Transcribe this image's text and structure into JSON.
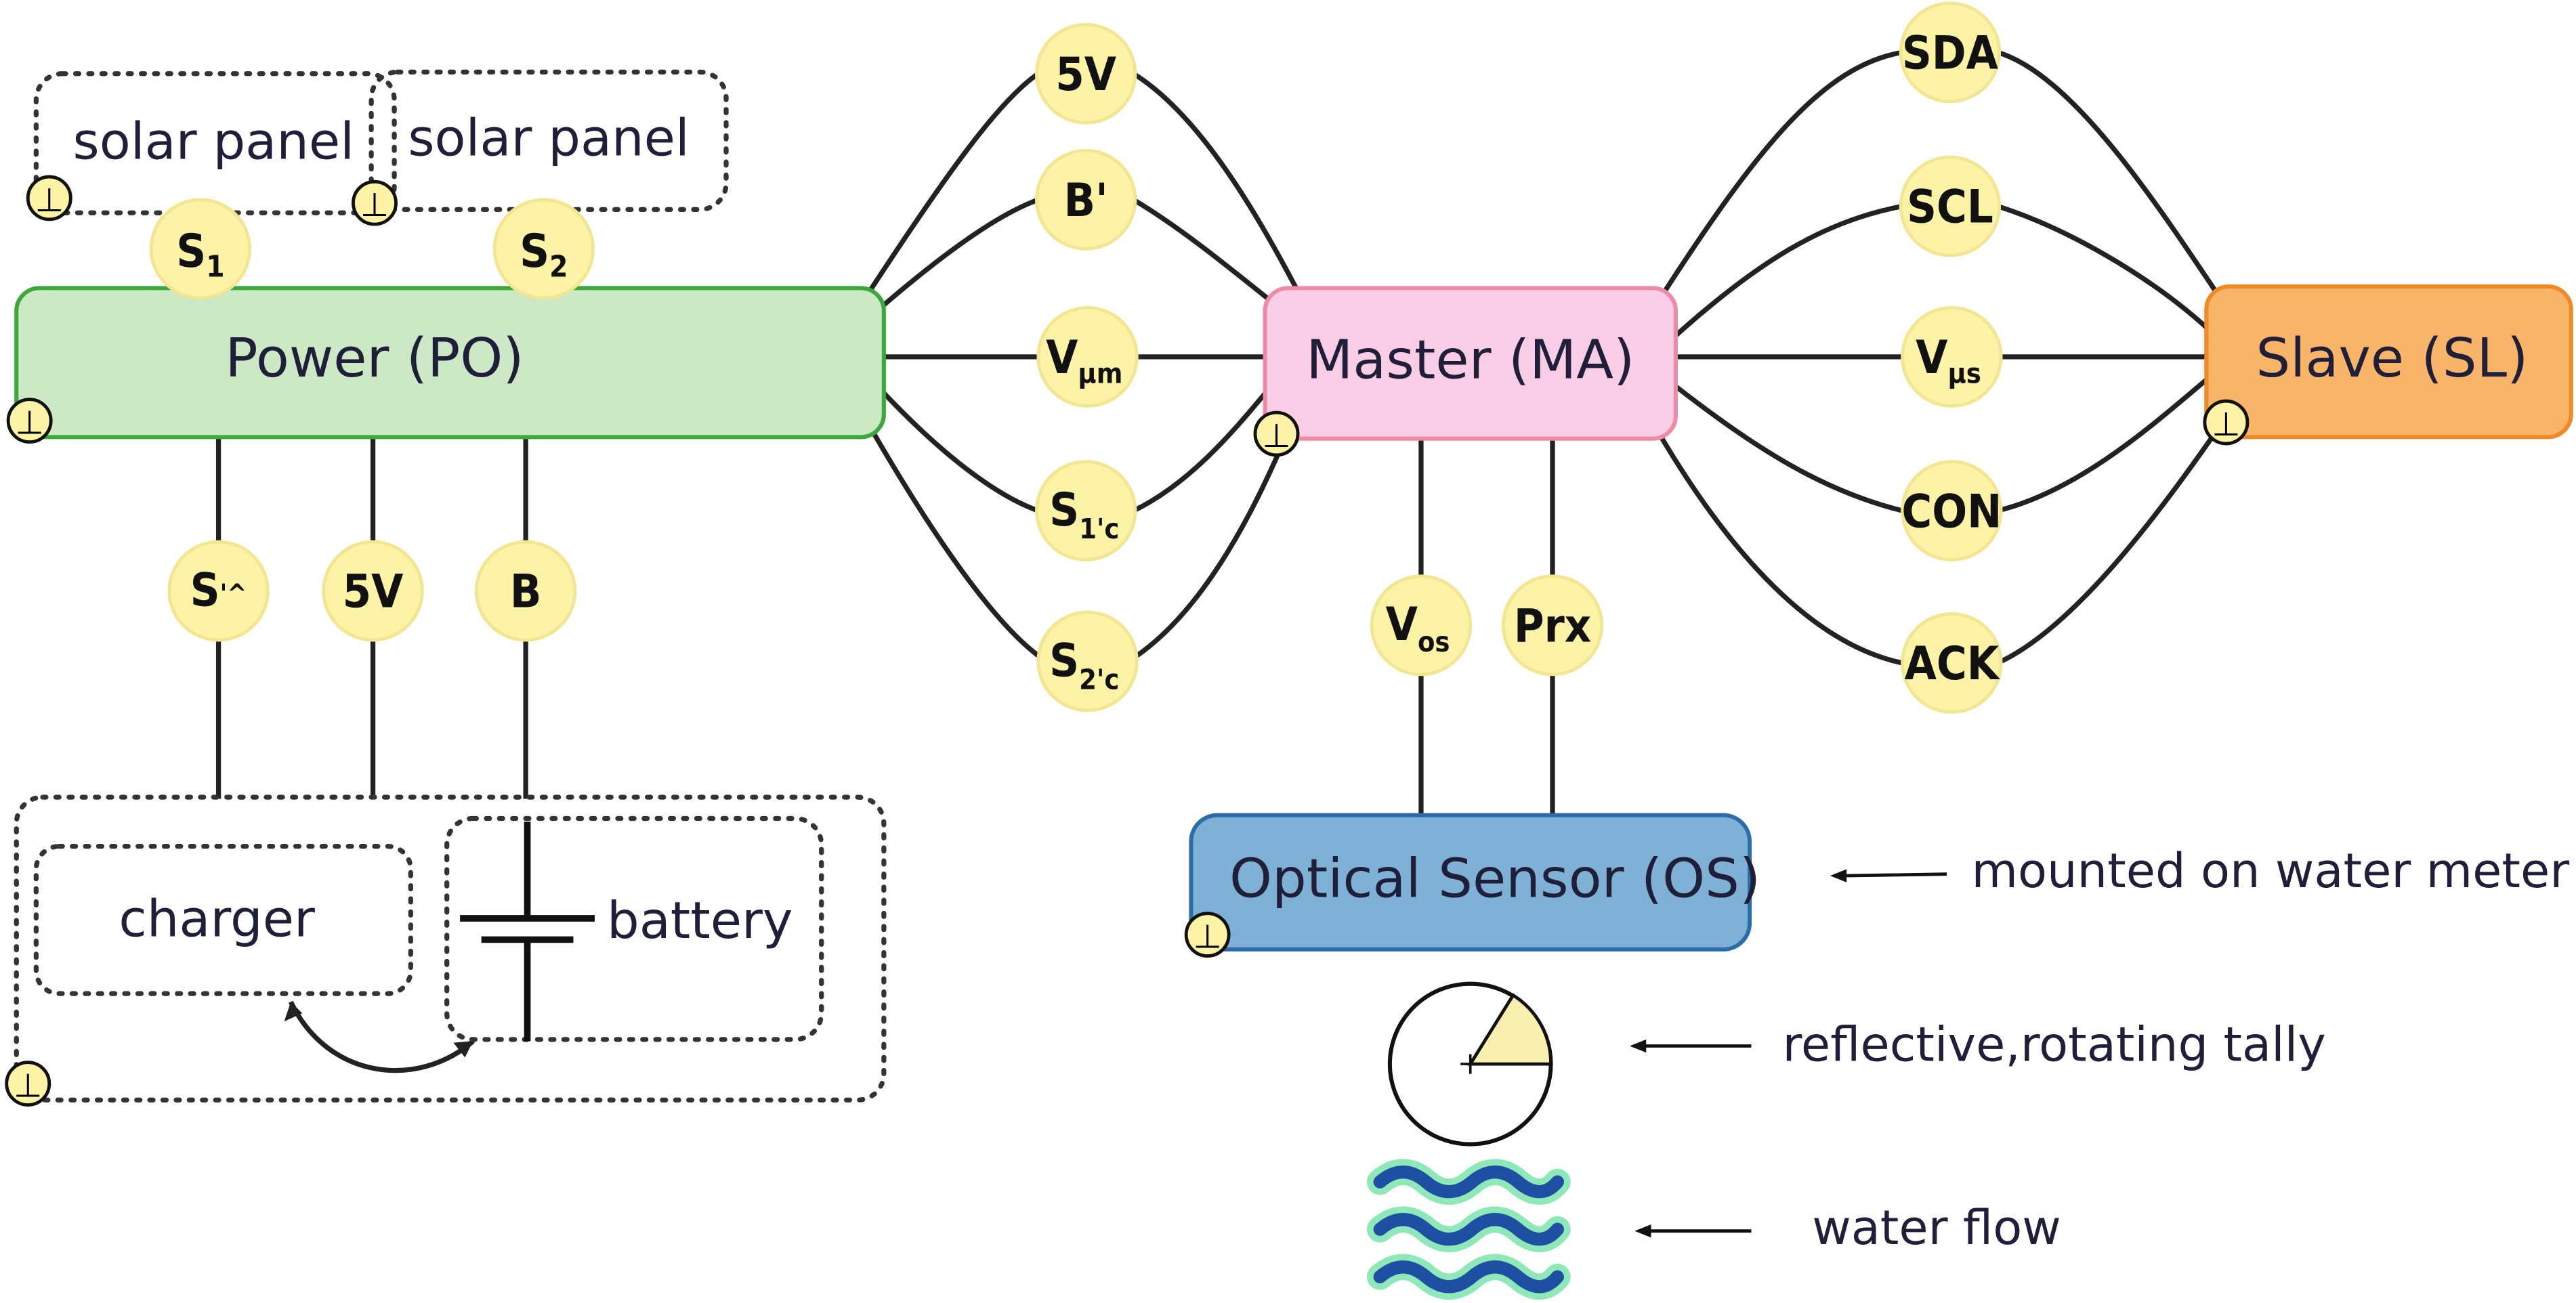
{
  "colors": {
    "power_fill": "#cce8c5",
    "power_stroke": "#3aa83a",
    "master_fill": "#f9cde6",
    "master_stroke": "#ee8aa3",
    "slave_fill": "#f8b468",
    "slave_stroke": "#ef8a25",
    "sensor_fill": "#7fb1d6",
    "sensor_stroke": "#2a6da8",
    "signal_fill": "#fdf3a6",
    "signal_stroke": "#f2e690",
    "water_dark": "#1f4fa2",
    "water_light": "#8ee8b8",
    "tally_fill": "#f9f0b0"
  },
  "blocks": {
    "power": "Power (PO)",
    "master": "Master (MA)",
    "slave": "Slave (SL)",
    "sensor": "Optical Sensor (OS)",
    "solar1": "solar panel",
    "solar2": "solar panel",
    "charger": "charger",
    "battery": "battery"
  },
  "signals": {
    "s1": {
      "main": "S",
      "sub": "1"
    },
    "s2": {
      "main": "S",
      "sub": "2"
    },
    "sca": {
      "main": "S",
      "sub": "'^"
    },
    "v5_low": {
      "main": "5V",
      "sub": ""
    },
    "b": {
      "main": "B",
      "sub": ""
    },
    "v5_top": {
      "main": "5V",
      "sub": ""
    },
    "bprime": {
      "main": "B'",
      "sub": ""
    },
    "vum": {
      "main": "V",
      "sub": "µm"
    },
    "s1c": {
      "main": "S",
      "sub": "1'c"
    },
    "s2c": {
      "main": "S",
      "sub": "2'c"
    },
    "vos": {
      "main": "V",
      "sub": "os"
    },
    "prx": {
      "main": "Prx",
      "sub": ""
    },
    "sda": {
      "main": "SDA",
      "sub": ""
    },
    "scl": {
      "main": "SCL",
      "sub": ""
    },
    "vus": {
      "main": "V",
      "sub": "µs"
    },
    "con": {
      "main": "CON",
      "sub": ""
    },
    "ack": {
      "main": "ACK",
      "sub": ""
    }
  },
  "annotations": {
    "mounted": "mounted on water meter",
    "tally": "reflective,rotating tally",
    "flow": "water flow"
  },
  "ground_symbol": "⊥"
}
